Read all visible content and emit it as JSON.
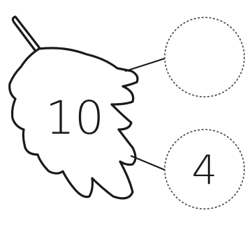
{
  "number_bond": {
    "whole": "10",
    "parts": [
      {
        "value": ""
      },
      {
        "value": "4"
      }
    ]
  },
  "colors": {
    "ink": "#1a1a1a",
    "circle_outline": "#444444",
    "background": "#ffffff"
  },
  "icons": {
    "whole_shape": "leaf-icon",
    "part_shape": "dashed-circle"
  }
}
